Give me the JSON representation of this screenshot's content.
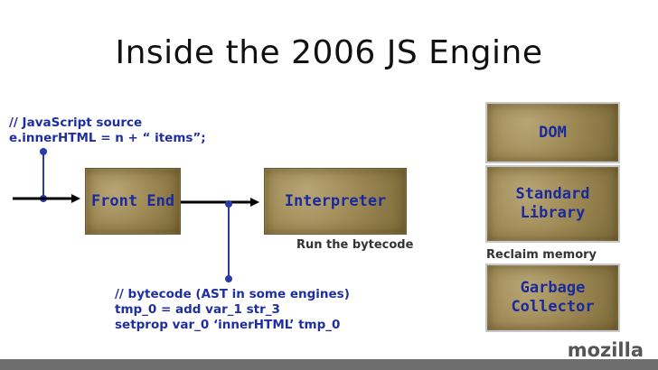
{
  "title": "Inside the 2006 JS Engine",
  "source_code": {
    "line1": "// JavaScript source",
    "line2": "e.innerHTML = n + “ items”;"
  },
  "boxes": {
    "front_end": "Front End",
    "interpreter": "Interpreter",
    "dom": "DOM",
    "standard_library": "Standard\nLibrary",
    "garbage_collector": "Garbage\nCollector"
  },
  "notes": {
    "run_bytecode": "Run the bytecode",
    "reclaim_memory": "Reclaim memory"
  },
  "bytecode": {
    "line1": "// bytecode (AST in some engines)",
    "line2": "tmp_0 = add var_1 str_3",
    "line3": "setprop var_0 ‘innerHTML’ tmp_0"
  },
  "logo": "mozilla",
  "colors": {
    "accent_text": "#1f2fa0",
    "connector": "#2a3aa8",
    "box_fill": "#9e8a55"
  }
}
